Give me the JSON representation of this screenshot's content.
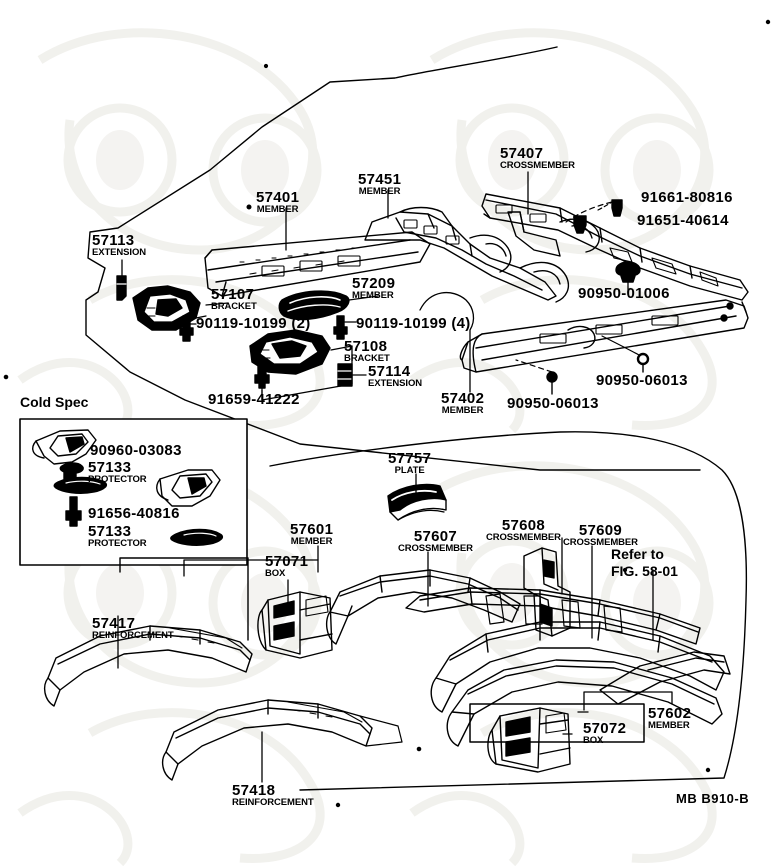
{
  "figure": {
    "code": "MB B910-B",
    "cold_spec_title": "Cold Spec",
    "refer_note": "Refer to\nFIG. 58-01"
  },
  "labels": [
    {
      "key": "l57113",
      "number": "57113",
      "name": "EXTENSION"
    },
    {
      "key": "l57107",
      "number": "57107",
      "name": "BRACKET"
    },
    {
      "key": "l57401",
      "number": "57401",
      "name": "MEMBER"
    },
    {
      "key": "l57451",
      "number": "57451",
      "name": "MEMBER"
    },
    {
      "key": "l57407",
      "number": "57407",
      "name": "CROSSMEMBER"
    },
    {
      "key": "l91661",
      "number": "91661-80816",
      "name": ""
    },
    {
      "key": "l91651",
      "number": "91651-40614",
      "name": ""
    },
    {
      "key": "l90950_01006",
      "number": "90950-01006",
      "name": ""
    },
    {
      "key": "l57209",
      "number": "57209",
      "name": "MEMBER"
    },
    {
      "key": "l90119_2",
      "number": "90119-10199 (2)",
      "name": ""
    },
    {
      "key": "l90119_4",
      "number": "90119-10199 (4)",
      "name": ""
    },
    {
      "key": "l57108",
      "number": "57108",
      "name": "BRACKET"
    },
    {
      "key": "l57114",
      "number": "57114",
      "name": "EXTENSION"
    },
    {
      "key": "l91659",
      "number": "91659-41222",
      "name": ""
    },
    {
      "key": "l57402",
      "number": "57402",
      "name": "MEMBER"
    },
    {
      "key": "l90950_a",
      "number": "90950-06013",
      "name": ""
    },
    {
      "key": "l90950_b",
      "number": "90950-06013",
      "name": ""
    },
    {
      "key": "l90960_03083",
      "number": "90960-03083",
      "name": ""
    },
    {
      "key": "l57133_a",
      "number": "57133",
      "name": "PROTECTOR"
    },
    {
      "key": "l91656",
      "number": "91656-40816",
      "name": ""
    },
    {
      "key": "l57133_b",
      "number": "57133",
      "name": "PROTECTOR"
    },
    {
      "key": "l57757",
      "number": "57757",
      "name": "PLATE"
    },
    {
      "key": "l57601",
      "number": "57601",
      "name": "MEMBER"
    },
    {
      "key": "l57071",
      "number": "57071",
      "name": "BOX"
    },
    {
      "key": "l57607",
      "number": "57607",
      "name": "CROSSMEMBER"
    },
    {
      "key": "l57608",
      "number": "57608",
      "name": "CROSSMEMBER"
    },
    {
      "key": "l57609",
      "number": "57609",
      "name": "CROSSMEMBER"
    },
    {
      "key": "l57417",
      "number": "57417",
      "name": "REINFORCEMENT"
    },
    {
      "key": "l57418",
      "number": "57418",
      "name": "REINFORCEMENT"
    },
    {
      "key": "l57602",
      "number": "57602",
      "name": "MEMBER"
    },
    {
      "key": "l57072",
      "number": "57072",
      "name": "BOX"
    }
  ],
  "text": {
    "l57113": {
      "number": "57113",
      "name": "EXTENSION"
    },
    "l57107": {
      "number": "57107",
      "name": "BRACKET"
    },
    "l57401": {
      "number": "57401",
      "name": "MEMBER"
    },
    "l57451": {
      "number": "57451",
      "name": "MEMBER"
    },
    "l57407": {
      "number": "57407",
      "name": "CROSSMEMBER"
    },
    "l91661": {
      "number": "91661-80816",
      "name": ""
    },
    "l91651": {
      "number": "91651-40614",
      "name": ""
    },
    "l90950_01006": {
      "number": "90950-01006",
      "name": ""
    },
    "l57209": {
      "number": "57209",
      "name": "MEMBER"
    },
    "l90119_2": {
      "number": "90119-10199 (2)",
      "name": ""
    },
    "l90119_4": {
      "number": "90119-10199 (4)",
      "name": ""
    },
    "l57108": {
      "number": "57108",
      "name": "BRACKET"
    },
    "l57114": {
      "number": "57114",
      "name": "EXTENSION"
    },
    "l91659": {
      "number": "91659-41222",
      "name": ""
    },
    "l57402": {
      "number": "57402",
      "name": "MEMBER"
    },
    "l90950_a": {
      "number": "90950-06013",
      "name": ""
    },
    "l90950_b": {
      "number": "90950-06013",
      "name": ""
    },
    "l90960_03083": {
      "number": "90960-03083",
      "name": ""
    },
    "l57133_a": {
      "number": "57133",
      "name": "PROTECTOR"
    },
    "l91656": {
      "number": "91656-40816",
      "name": ""
    },
    "l57133_b": {
      "number": "57133",
      "name": "PROTECTOR"
    },
    "l57757": {
      "number": "57757",
      "name": "PLATE"
    },
    "l57601": {
      "number": "57601",
      "name": "MEMBER"
    },
    "l57071": {
      "number": "57071",
      "name": "BOX"
    },
    "l57607": {
      "number": "57607",
      "name": "CROSSMEMBER"
    },
    "l57608": {
      "number": "57608",
      "name": "CROSSMEMBER"
    },
    "l57609": {
      "number": "57609",
      "name": "CROSSMEMBER"
    },
    "l57417": {
      "number": "57417",
      "name": "REINFORCEMENT"
    },
    "l57418": {
      "number": "57418",
      "name": "REINFORCEMENT"
    },
    "l57602": {
      "number": "57602",
      "name": "MEMBER"
    },
    "l57072": {
      "number": "57072",
      "name": "BOX"
    }
  },
  "colors": {
    "ink": "#000000",
    "paper": "#ffffff",
    "watermark": "#f0efec"
  }
}
